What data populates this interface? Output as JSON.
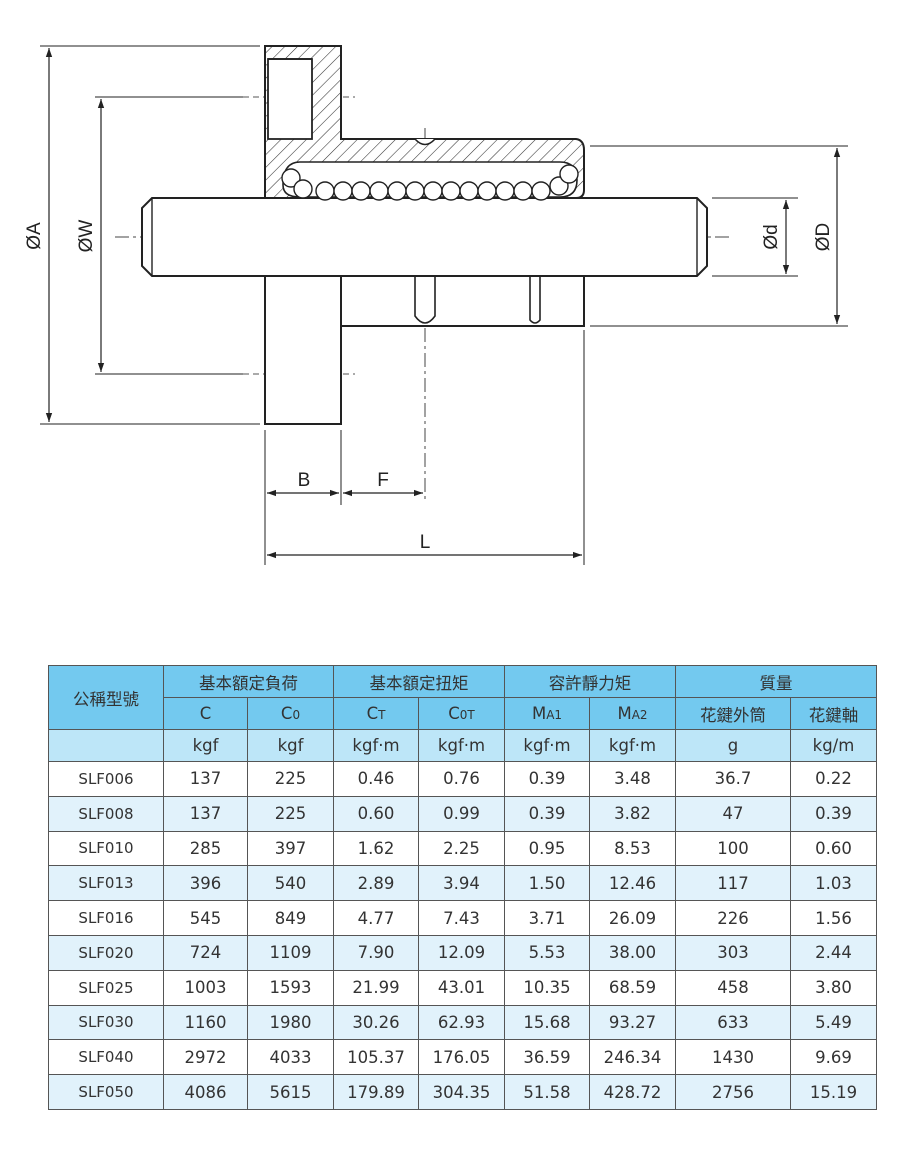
{
  "drawing": {
    "dimension_labels": {
      "dia_a": "ØA",
      "dia_w": "ØW",
      "dia_d_small": "Ød",
      "dia_d_large": "ØD",
      "b": "B",
      "f": "F",
      "l": "L"
    }
  },
  "table": {
    "header": {
      "model": "公稱型號",
      "group_load": "基本額定負荷",
      "group_torque": "基本額定扭矩",
      "group_moment": "容許靜力矩",
      "group_mass": "質量",
      "c": "C",
      "c0_base": "C",
      "c0_sub": "0",
      "ct_base": "C",
      "ct_sub": "T",
      "c0t_base": "C",
      "c0t_sub": "0T",
      "ma1_base": "M",
      "ma1_sub": "A1",
      "ma2_base": "M",
      "ma2_sub": "A2",
      "mass_outer": "花鍵外筒",
      "mass_shaft": "花鍵軸"
    },
    "units": [
      "kgf",
      "kgf",
      "kgf·m",
      "kgf·m",
      "kgf·m",
      "kgf·m",
      "g",
      "kg/m"
    ],
    "rows": [
      [
        "SLF006",
        "137",
        "225",
        "0.46",
        "0.76",
        "0.39",
        "3.48",
        "36.7",
        "0.22"
      ],
      [
        "SLF008",
        "137",
        "225",
        "0.60",
        "0.99",
        "0.39",
        "3.82",
        "47",
        "0.39"
      ],
      [
        "SLF010",
        "285",
        "397",
        "1.62",
        "2.25",
        "0.95",
        "8.53",
        "100",
        "0.60"
      ],
      [
        "SLF013",
        "396",
        "540",
        "2.89",
        "3.94",
        "1.50",
        "12.46",
        "117",
        "1.03"
      ],
      [
        "SLF016",
        "545",
        "849",
        "4.77",
        "7.43",
        "3.71",
        "26.09",
        "226",
        "1.56"
      ],
      [
        "SLF020",
        "724",
        "1109",
        "7.90",
        "12.09",
        "5.53",
        "38.00",
        "303",
        "2.44"
      ],
      [
        "SLF025",
        "1003",
        "1593",
        "21.99",
        "43.01",
        "10.35",
        "68.59",
        "458",
        "3.80"
      ],
      [
        "SLF030",
        "1160",
        "1980",
        "30.26",
        "62.93",
        "15.68",
        "93.27",
        "633",
        "5.49"
      ],
      [
        "SLF040",
        "2972",
        "4033",
        "105.37",
        "176.05",
        "36.59",
        "246.34",
        "1430",
        "9.69"
      ],
      [
        "SLF050",
        "4086",
        "5615",
        "179.89",
        "304.35",
        "51.58",
        "428.72",
        "2756",
        "15.19"
      ]
    ]
  }
}
